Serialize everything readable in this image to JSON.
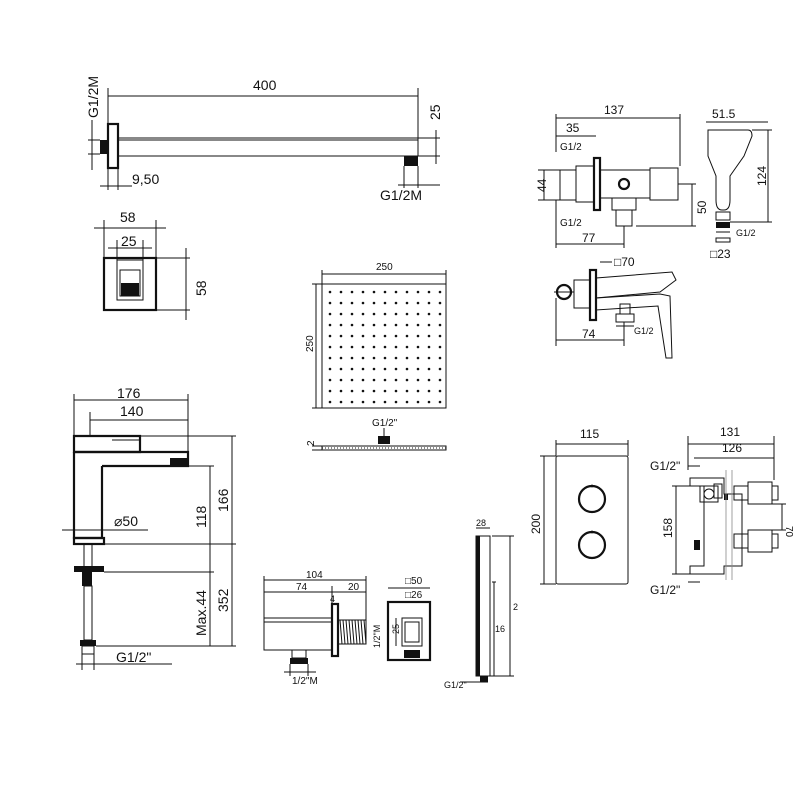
{
  "shower_arm": {
    "length": "400",
    "height": "25",
    "thread_left": "G1/2M",
    "thread_right": "G1/2M",
    "offset": "9,50"
  },
  "wall_flange": {
    "outer": "58",
    "inner": "25",
    "height": "58"
  },
  "shower_head": {
    "width": "250",
    "height": "250",
    "thread": "G1/2\"",
    "thickness": "2"
  },
  "basin_mixer": {
    "reach_total": "176",
    "reach_spout": "140",
    "spout_height": "118",
    "body_height": "166",
    "diameter": "⌀50",
    "max_deck": "Max.44",
    "tail_length": "352",
    "thread": "G1/2\""
  },
  "wall_outlet": {
    "total": "104",
    "body": "74",
    "tail": "20",
    "wall": "4",
    "thread_side": "1/2\"M",
    "thread_bottom": "1/2\"M",
    "square_outer": "□50",
    "square_inner": "□26",
    "inner_height": "25"
  },
  "hand_shower": {
    "width": "28",
    "length": "2",
    "shank": "16",
    "thread": "G1/2\""
  },
  "trim_plate": {
    "width": "115",
    "height": "200"
  },
  "concealed_valve": {
    "width_total": "131",
    "width_body": "126",
    "height": "158",
    "depth": "70",
    "thread_top": "G1/2\"",
    "thread_bottom": "G1/2\""
  },
  "bidet_valve": {
    "width": "137",
    "left": "35",
    "height": "44",
    "outlet_height": "50",
    "center": "77",
    "thread_top": "G1/2",
    "thread_bottom": "G1/2"
  },
  "bidet_spray": {
    "width": "51.5",
    "height": "124",
    "thread": "G1/2",
    "square": "□23"
  },
  "bidet_mixer": {
    "square": "□70",
    "length": "74",
    "thread": "G1/2"
  }
}
